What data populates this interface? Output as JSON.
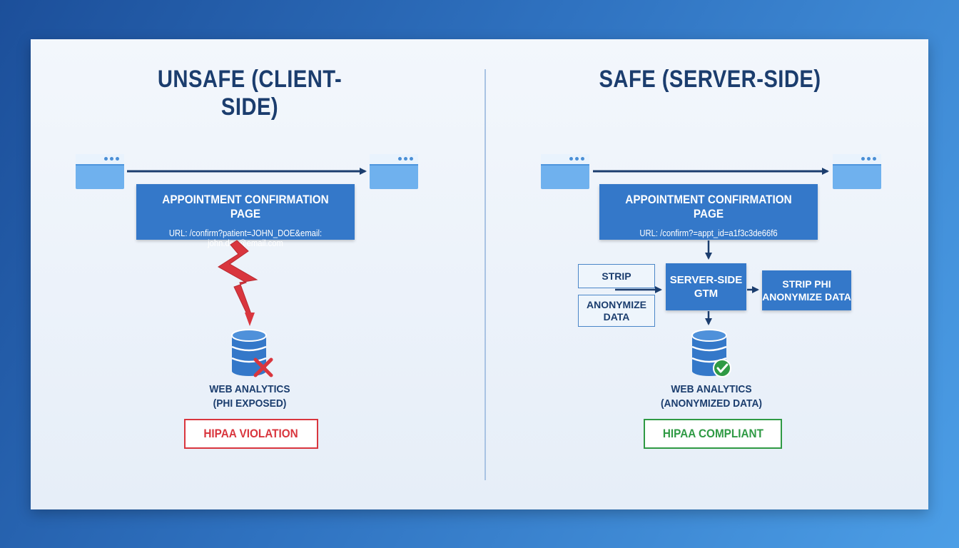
{
  "left": {
    "title": "UNSAFE (CLIENT-SIDE)",
    "page_box": {
      "heading": "APPOINTMENT CONFIRMATION PAGE",
      "url": "URL: /confirm?patient=JOHN_DOE&email: john.doe@email.com"
    },
    "analytics_label": [
      "WEB ANALYTICS",
      "(PHI EXPOSED)"
    ],
    "badge": "HIPAA VIOLATION",
    "badge_color": "#d9363e"
  },
  "right": {
    "title": "SAFE (SERVER-SIDE)",
    "page_box": {
      "heading": "APPOINTMENT CONFIRMATION PAGE",
      "url": "URL: /confirm?=appt_id=a1f3c3de66f6"
    },
    "strip_box": "STRIP",
    "anonymize_box": [
      "ANONYMIZE",
      "DATA"
    ],
    "server_box": [
      "SERVER-SIDE",
      "GTM"
    ],
    "output_box": [
      "STRIP PHI",
      "ANONYMIZE DATA"
    ],
    "analytics_label": [
      "WEB ANALYTICS",
      "(ANONYMIZED DATA)"
    ],
    "badge": "HIPAA COMPLIANT",
    "badge_color": "#2f9a44"
  },
  "colors": {
    "navy": "#1b3d6e",
    "box_blue": "#3478c9",
    "browser_blue": "#6fb1ee",
    "violation_red": "#d9363e",
    "compliant_green": "#2f9a44"
  },
  "icons": [
    "browser-window-icon",
    "lightning-bolt-icon",
    "database-icon",
    "x-mark-icon",
    "checkmark-icon",
    "arrow-icon"
  ]
}
